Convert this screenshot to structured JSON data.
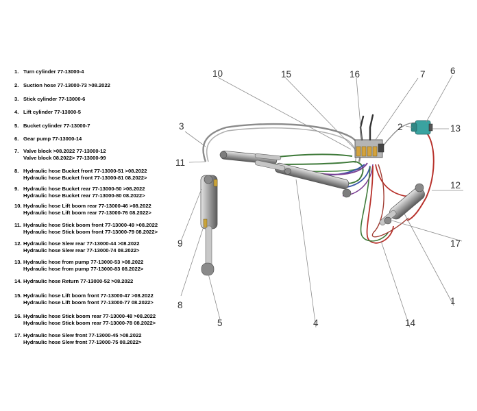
{
  "legend": [
    {
      "num": "1.",
      "lines": [
        "Turn cylinder 77-13000-4"
      ]
    },
    {
      "num": "2.",
      "lines": [
        "Suction hose 77-13000-73 >08.2022"
      ]
    },
    {
      "num": "3.",
      "lines": [
        "Stick cylinder 77-13000-6"
      ]
    },
    {
      "num": "4.",
      "lines": [
        "Lift cylinder 77-13000-5"
      ]
    },
    {
      "num": "5.",
      "lines": [
        "Bucket cylinder 77-13000-7"
      ]
    },
    {
      "num": "6.",
      "lines": [
        "Gear pump 77-13000-14"
      ]
    },
    {
      "num": "7.",
      "lines": [
        "Valve block >08.2022  77-13000-12",
        "Valve block 08.2022>  77-13000-99"
      ]
    },
    {
      "num": "8.",
      "lines": [
        "Hydraulic hose Bucket front 77-13000-51 >08.2022",
        "Hydraulic hose Bucket front 77-13000-81 08.2022>"
      ]
    },
    {
      "num": "9.",
      "lines": [
        "Hydraulic hose Bucket rear 77-13000-50 >08.2022",
        "Hydraulic hose Bucket rear 77-13000-80 08.2022>"
      ]
    },
    {
      "num": "10.",
      "lines": [
        "Hydraulic hose Lift boom rear 77-13000-46 >08.2022",
        "Hydraulic hose Lift boom rear 77-13000-76 08.2022>"
      ]
    },
    {
      "num": "11.",
      "lines": [
        "Hydraulic hose Stick boom front 77-13000-49 >08.2022",
        "Hydraulic hose Stick boom front 77-13000-79 08.2022>"
      ]
    },
    {
      "num": "12.",
      "lines": [
        "Hydraulic hose Slew rear 77-13000-44 >08.2022",
        "Hydraulic hose Slew rear 77-13000-74 08.2022>"
      ]
    },
    {
      "num": "13.",
      "lines": [
        "Hydraulic hose from pump 77-13000-53 >08.2022",
        "Hydraulic hose from pump 77-13000-83 08.2022>"
      ]
    },
    {
      "num": "14.",
      "lines": [
        "Hydraulic hose Return 77-13000-52 >08.2022"
      ]
    },
    {
      "num": "15.",
      "lines": [
        "Hydraulic hose Lift boom front 77-13000-47 >08.2022",
        "Hydraulic hose Lift boom front 77-13000-77 08.2022>"
      ]
    },
    {
      "num": "16.",
      "lines": [
        "Hydraulic hose Stick boom rear 77-13000-48 >08.2022",
        "Hydraulic hose Stick boom rear 77-13000-78 08.2022>"
      ]
    },
    {
      "num": "17.",
      "lines": [
        "Hydraulic hose Slew front 77-13000-45 >08.2022",
        "Hydraulic hose Slew front 77-13000-75 08.2022>"
      ]
    }
  ],
  "callouts": {
    "c1": "1",
    "c2": "2",
    "c3": "3",
    "c4": "4",
    "c5": "5",
    "c6": "6",
    "c7": "7",
    "c8": "8",
    "c9": "9",
    "c10": "10",
    "c11": "11",
    "c12": "12",
    "c13": "13",
    "c14": "14",
    "c15": "15",
    "c16": "16",
    "c17": "17"
  },
  "colors": {
    "hose_red": "#b8322c",
    "hose_green": "#3f7a3a",
    "hose_blue": "#3a55a8",
    "hose_purple": "#7b3f94",
    "hose_gray": "#8a8a8a",
    "pump": "#3aa3a0",
    "steel": "#9a9a9a"
  }
}
